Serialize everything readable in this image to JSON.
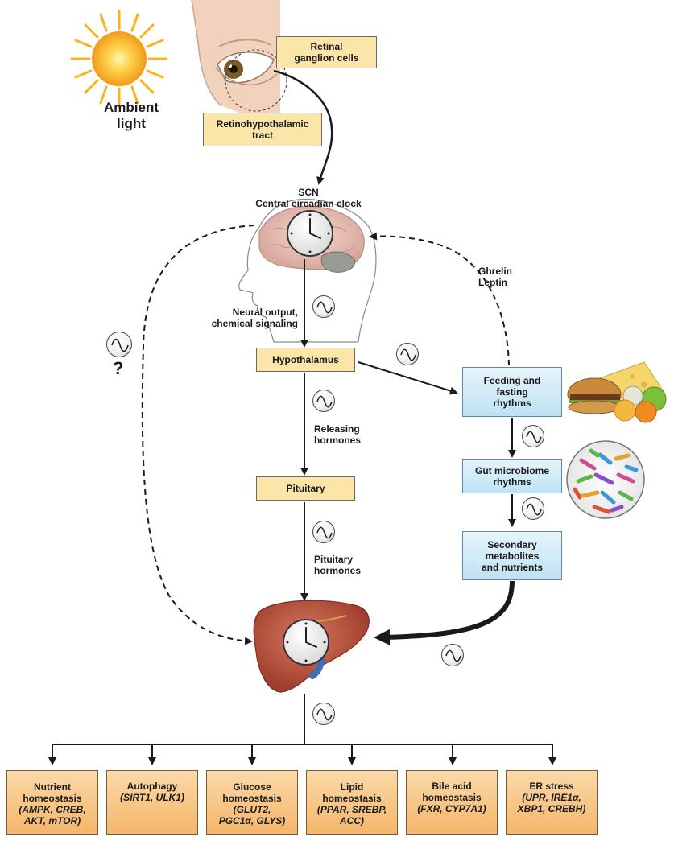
{
  "light": {
    "ambient_line1": "Ambient",
    "ambient_line2": "light"
  },
  "boxes": {
    "retinal": [
      "Retinal",
      "ganglion cells"
    ],
    "rht": [
      "Retinohypothalamic",
      "tract"
    ],
    "hypothalamus": "Hypothalamus",
    "pituitary": "Pituitary",
    "feeding": [
      "Feeding and",
      "fasting",
      "rhythms"
    ],
    "gut": [
      "Gut microbiome",
      "rhythms"
    ],
    "secondary": [
      "Secondary",
      "metabolites",
      "and nutrients"
    ]
  },
  "labels": {
    "scn": "SCN",
    "central_clock": "Central circadian clock",
    "neural_output": [
      "Neural output,",
      "chemical signaling"
    ],
    "releasing": [
      "Releasing",
      "hormones"
    ],
    "pituitary_hormones": [
      "Pituitary",
      "hormones"
    ],
    "ghrelin": "Ghrelin",
    "leptin": "Leptin",
    "question": "?"
  },
  "outputs": [
    {
      "title": [
        "Nutrient",
        "homeostasis"
      ],
      "genes": [
        "(AMPK, CREB,",
        "AKT, mTOR)"
      ]
    },
    {
      "title": [
        "Autophagy"
      ],
      "genes": [
        "(SIRT1, ULK1)"
      ]
    },
    {
      "title": [
        "Glucose",
        "homeostasis"
      ],
      "genes": [
        "(GLUT2,",
        "PGC1α, GLYS)"
      ]
    },
    {
      "title": [
        "Lipid",
        "homeostasis"
      ],
      "genes": [
        "(PPAR, SREBP,",
        "ACC)"
      ]
    },
    {
      "title": [
        "Bile acid",
        "homeostasis"
      ],
      "genes": [
        "(FXR, CYP7A1)"
      ]
    },
    {
      "title": [
        "ER stress"
      ],
      "genes": [
        "(UPR, IRE1α,",
        "XBP1, CREBH)"
      ]
    }
  ],
  "colors": {
    "yellow_box": "#fbe5a9",
    "blue_box": "#cde9f6",
    "orange_box": "#f6bf7a",
    "liver": "#b9533f",
    "sun": "#f7a823"
  },
  "icons": [
    "sun-icon",
    "eye-icon",
    "head-brain-icon",
    "clock-icon",
    "liver-icon",
    "food-icon",
    "microbiome-icon",
    "oscillation-icon"
  ]
}
